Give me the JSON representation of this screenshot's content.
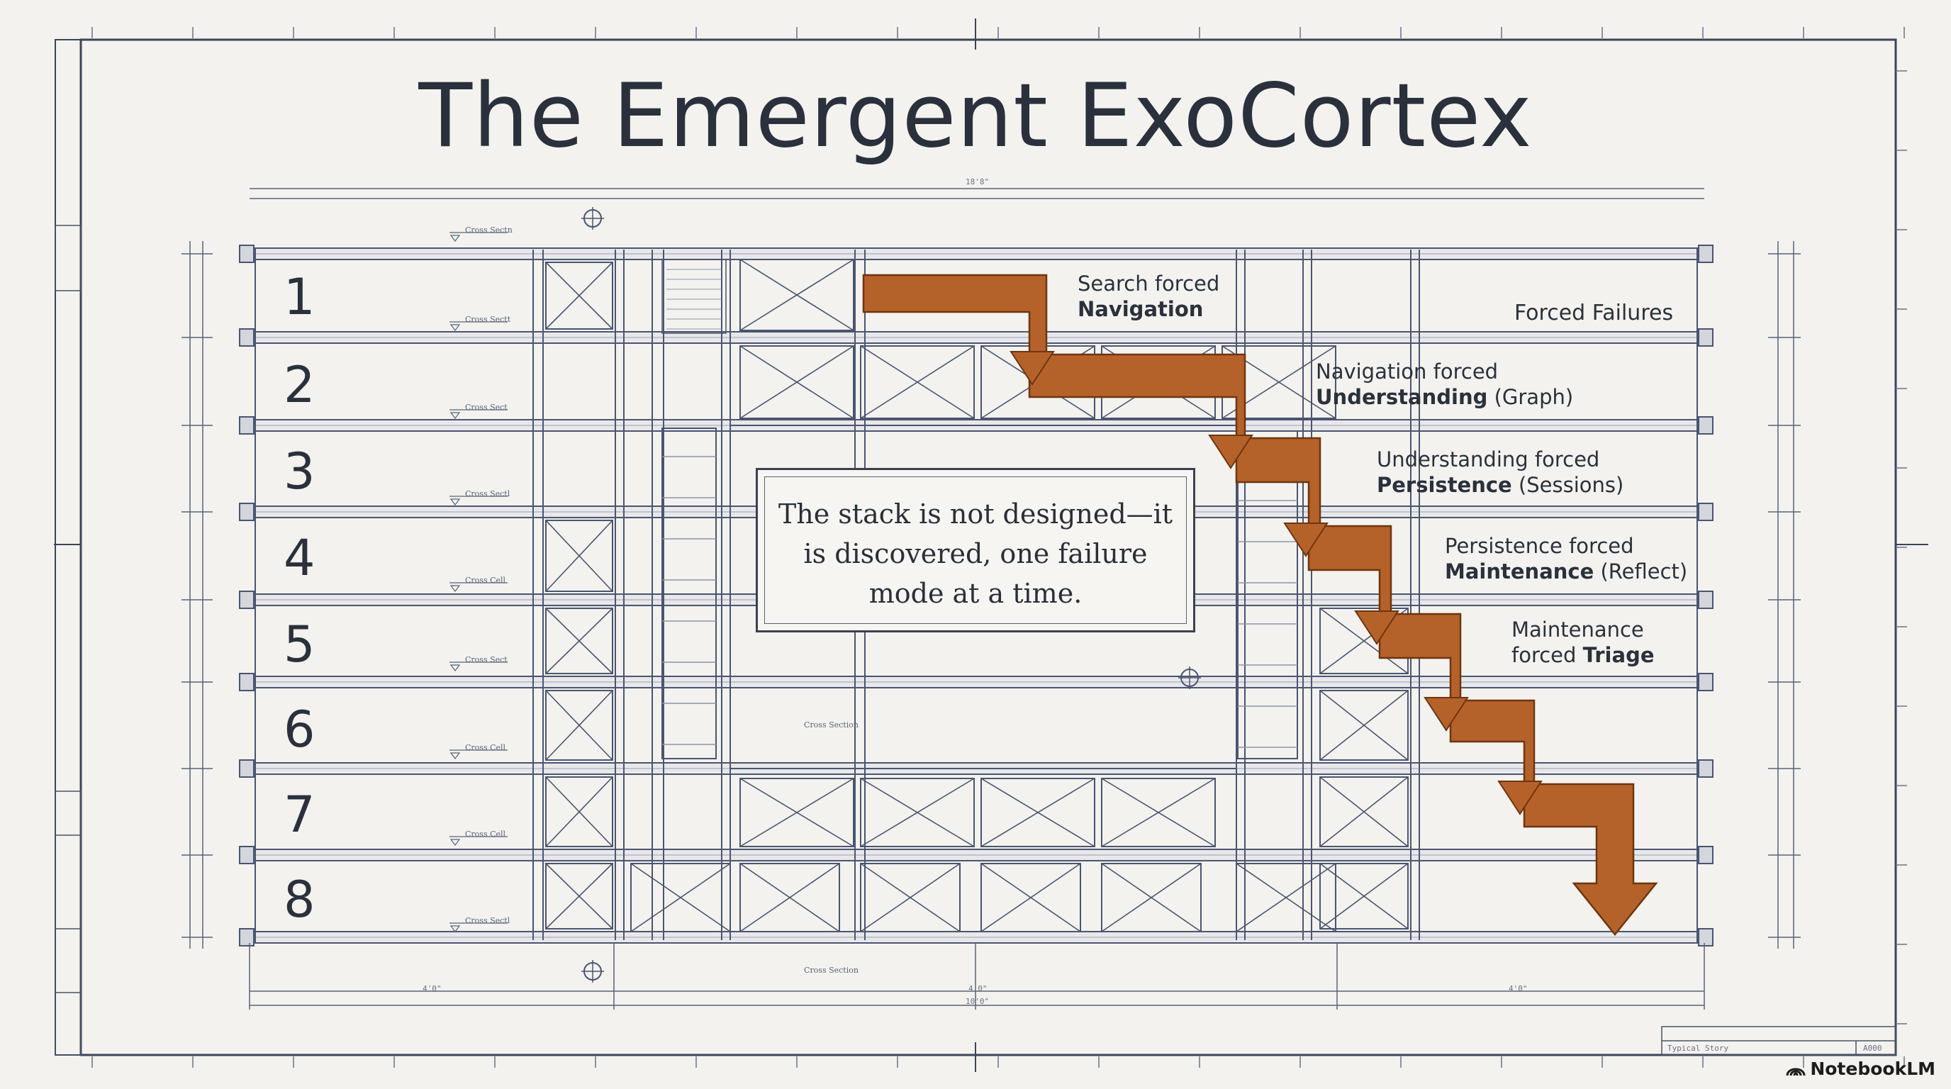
{
  "title": "The Emergent ExoCortex",
  "floors": [
    "1",
    "2",
    "3",
    "4",
    "5",
    "6",
    "7",
    "8"
  ],
  "section_tags": [
    "Cross Sectn",
    "Cross Sectt",
    "Cross Sect",
    "Cross Sectl",
    "Cross Cell",
    "Cross Sect",
    "Cross Cell",
    "Cross Cell",
    "Cross Sectl"
  ],
  "inner_tags": [
    "Cross Section",
    "Cross Section"
  ],
  "quote": [
    "The stack is not designed—it",
    "is discovered, one failure",
    "mode at a time."
  ],
  "forced_failures": "Forced Failures",
  "steps": [
    {
      "line1": "Search forced",
      "bold": "Navigation",
      "rest": ""
    },
    {
      "line1": "Navigation forced",
      "bold": "Understanding",
      "rest": " (Graph)"
    },
    {
      "line1": "Understanding forced",
      "bold": "Persistence",
      "rest": " (Sessions)"
    },
    {
      "line1": "Persistence forced",
      "bold": "Maintenance",
      "rest": " (Reflect)"
    },
    {
      "line1": "Maintenance",
      "bold": "Triage",
      "rest": "",
      "prefix": "forced "
    }
  ],
  "dimensions": {
    "top": "18'8\"",
    "bottom": "10'0\"",
    "bottom_left": "4'0\"",
    "bottom_mid": "4'0\"",
    "bottom_right": "4'0\""
  },
  "title_block": {
    "label": "Typical Story",
    "code": "A000"
  },
  "brand": "NotebookLM",
  "colors": {
    "ink": "#2a313c",
    "line": "#4a5570",
    "arrow": "#b5622a",
    "arrow_edge": "#6e3510",
    "paper": "#f3f2ee"
  }
}
